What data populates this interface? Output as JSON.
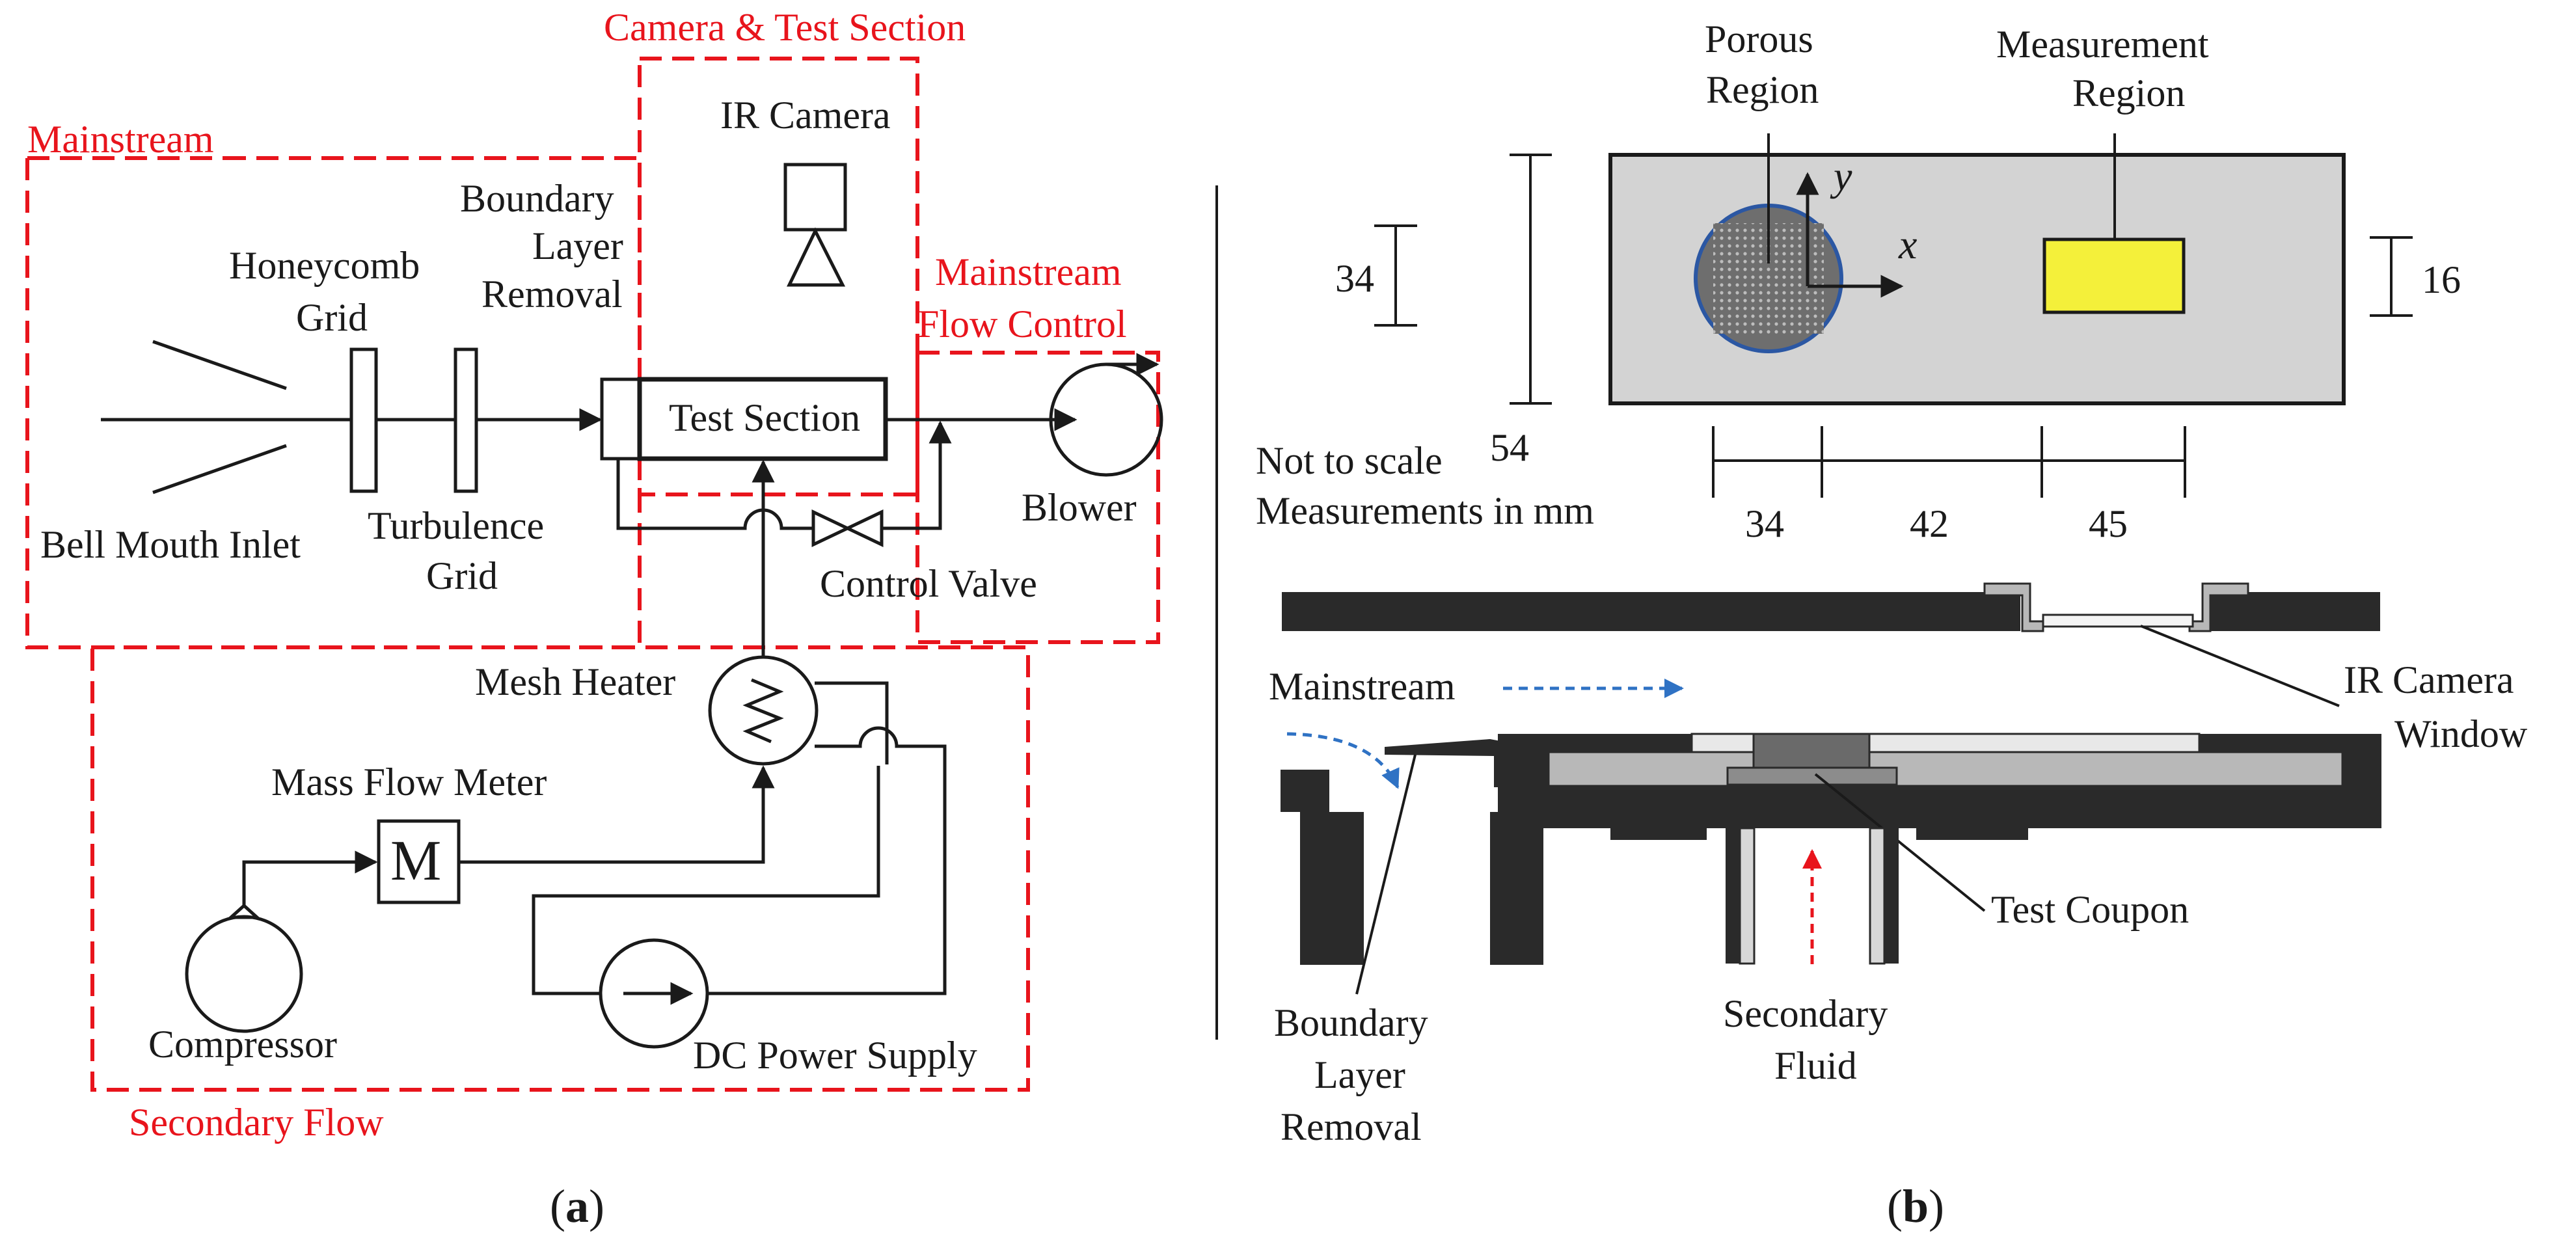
{
  "panel_a": {
    "caption": "(a)",
    "caption_letter": "a",
    "boxes": {
      "mainstream": "Mainstream",
      "camera_test_section": "Camera & Test Section",
      "flow_control_line1": "Mainstream",
      "flow_control_line2": "Flow Control",
      "secondary_flow": "Secondary Flow"
    },
    "labels": {
      "ir_camera": "IR Camera",
      "boundary_layer_1": "Boundary",
      "boundary_layer_2": "Layer",
      "boundary_layer_3": "Removal",
      "honeycomb_1": "Honeycomb",
      "honeycomb_2": "Grid",
      "turbulence_1": "Turbulence",
      "turbulence_2": "Grid",
      "bell_mouth_inlet": "Bell Mouth Inlet",
      "test_section": "Test Section",
      "blower": "Blower",
      "control_valve": "Control Valve",
      "mesh_heater": "Mesh Heater",
      "mass_flow_meter": "Mass Flow Meter",
      "meter_symbol": "M",
      "compressor": "Compressor",
      "dc_power_supply": "DC Power Supply"
    },
    "colors": {
      "boundary": "#e8141c",
      "ink": "#1a1a1a"
    }
  },
  "panel_b": {
    "caption": "(b)",
    "caption_letter": "b",
    "top_view": {
      "porous_region_1": "Porous",
      "porous_region_2": "Region",
      "measurement_region_1": "Measurement",
      "measurement_region_2": "Region",
      "axis_x": "x",
      "axis_y": "y",
      "dim_34_left": "34",
      "dim_54": "54",
      "dim_16": "16",
      "dim_34_bottom": "34",
      "dim_42": "42",
      "dim_45": "45",
      "note_1": "Not to scale",
      "note_2": "Measurements in mm"
    },
    "side_view": {
      "mainstream": "Mainstream",
      "ir_camera_window_1": "IR Camera",
      "ir_camera_window_2": "Window",
      "test_coupon": "Test Coupon",
      "boundary_layer_1": "Boundary",
      "boundary_layer_2": "Layer",
      "boundary_layer_3": "Removal",
      "secondary_fluid_1": "Secondary",
      "secondary_fluid_2": "Fluid"
    },
    "colors": {
      "plate": "#d3d3d3",
      "porous": "#6e6e6e",
      "measurement": "#f4f03a",
      "mainstream_arrow": "#2f72c4",
      "secondary_arrow": "#e8141c"
    }
  }
}
